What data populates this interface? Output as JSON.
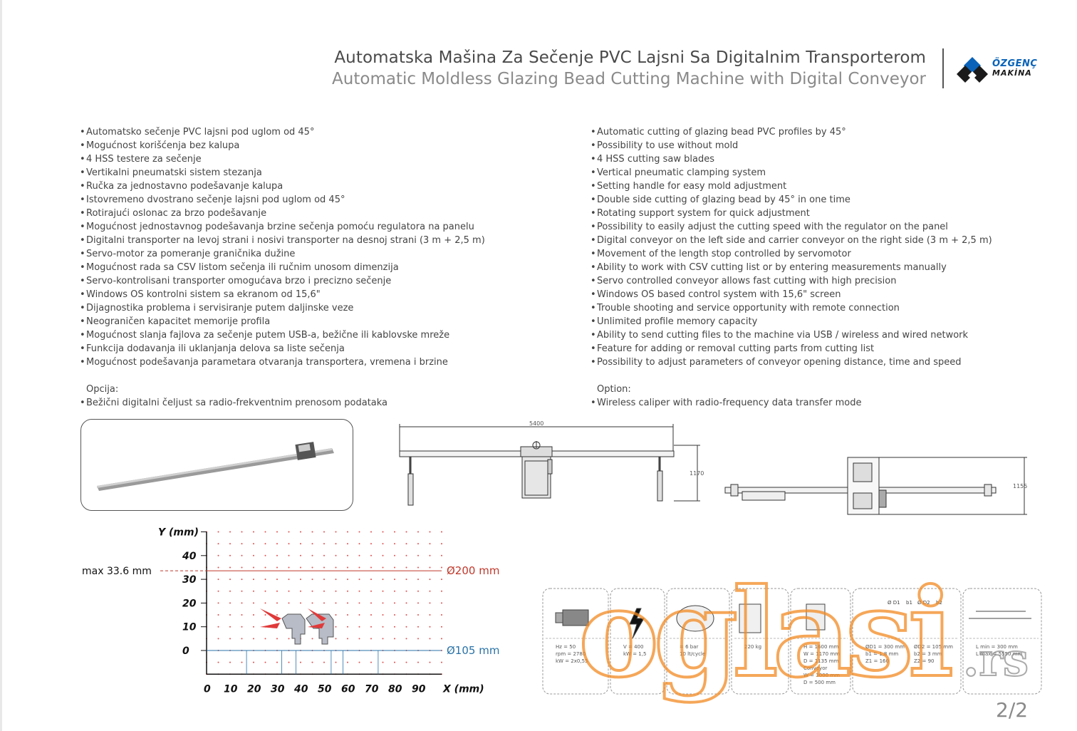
{
  "header": {
    "title_sr": "Automatska Mašina Za Sečenje PVC  Lajsni Sa Digitalnim Transporterom",
    "title_en": "Automatic Moldless Glazing Bead Cutting Machine with Digital Conveyor"
  },
  "logo": {
    "line1": "ÖZGENÇ",
    "line2": "MAKİNA",
    "colors": {
      "blue": "#0a63b8",
      "dark": "#1a1a1a"
    }
  },
  "features_sr": [
    "Automatsko sečenje PVC lajsni pod uglom od 45°",
    "Mogućnost korišćenja bez kalupa",
    "4 HSS testere za sečenje",
    "Vertikalni pneumatski sistem stezanja",
    "Ručka za jednostavno podešavanje kalupa",
    "Istovremeno dvostrano sečenje lajsni pod uglom od 45°",
    "Rotirajući oslonac za brzo podešavanje",
    "Mogućnost jednostavnog podešavanja brzine sečenja pomoću regulatora na panelu",
    "Digitalni transporter na levoj strani i nosivi transporter na desnoj strani (3 m + 2,5 m)",
    "Servo-motor za pomeranje graničnika dužine",
    "Mogućnost rada sa CSV listom sečenja ili ručnim unosom dimenzija",
    "Servo-kontrolisani transporter omogućava brzo i precizno sečenje",
    "Windows OS kontrolni sistem sa ekranom od 15,6\"",
    "Dijagnostika problema i servisiranje putem daljinske veze",
    "Neograničen kapacitet memorije profila",
    "Mogućnost slanja fajlova za sečenje putem USB-a, bežične ili kablovske mreže",
    "Funkcija dodavanja ili uklanjanja delova sa liste sečenja",
    "Mogućnost podešavanja parametara otvaranja transportera, vremena i brzine"
  ],
  "features_en": [
    "Automatic cutting of glazing bead PVC profiles by 45°",
    "Possibility to use without mold",
    "4 HSS cutting saw blades",
    "Vertical pneumatic clamping system",
    "Setting handle for easy mold adjustment",
    "Double side cutting of glazing bead by 45° in one time",
    "Rotating support system for quick adjustment",
    "Possibility to easily adjust the cutting speed with the regulator on the panel",
    "Digital conveyor on the left side and carrier conveyor on the right side (3 m + 2,5 m)",
    "Movement of the length stop controlled by servomotor",
    "Ability to work with CSV cutting list or by entering measurements manually",
    "Servo controlled conveyor allows fast cutting with high precision",
    "Windows OS based control system with 15,6\" screen",
    "Trouble shooting and service opportunity with remote connection",
    "Unlimited profile memory capacity",
    "Ability to send cutting files to the machine via USB / wireless and wired network",
    "Feature for adding or removal cutting parts from cutting list",
    "Possibility to adjust parameters of conveyor opening distance, time and speed"
  ],
  "option_sr": {
    "title": "Opcija:",
    "item": "Bežični digitalni čeljust sa radio-frekventnim prenosom podataka"
  },
  "option_en": {
    "title": "Option:",
    "item": "Wireless caliper with radio-frequency data transfer mode"
  },
  "drawings": {
    "front_length": "5400",
    "front_height": "1170",
    "top_height": "1155"
  },
  "chart_data": {
    "type": "scatter",
    "xlabel": "X (mm)",
    "ylabel": "Y (mm)",
    "x_ticks": [
      "0",
      "10",
      "20",
      "30",
      "40",
      "50",
      "60",
      "70",
      "80",
      "90"
    ],
    "y_ticks": [
      "0",
      "10",
      "20",
      "30",
      "40"
    ],
    "xlim": [
      0,
      100
    ],
    "ylim": [
      -10,
      50
    ],
    "annotations": [
      {
        "label": "max 33.6 mm",
        "y": 33.6
      }
    ],
    "series": [
      {
        "name": "Ø200 mm",
        "y": 33.6,
        "color": "#c0392b"
      },
      {
        "name": "Ø105 mm",
        "y": 0,
        "color": "#2a73a8"
      }
    ],
    "grid": true
  },
  "specs": [
    {
      "lines": [
        "Hz    = 50",
        "rpm  = 2780",
        "kW   = 2x0,55"
      ]
    },
    {
      "lines": [
        "V = 400",
        "kW = 1,5"
      ]
    },
    {
      "lines": [
        "= 6 bar",
        "10 lt/cycle"
      ]
    },
    {
      "lines": [
        "220 kg"
      ]
    },
    {
      "lines": [
        "H = 1600 mm",
        "W = 1170 mm",
        "D = 1135 mm",
        "Conveyor",
        "W = 3000 mm",
        "D = 500 mm"
      ]
    },
    {
      "lines": [
        "ØD1 = 300 mm",
        "b1 = 1,8 mm",
        "Z1 = 160",
        "ØD2 = 105 mm",
        "b2 = 3 mm",
        "Z2 = 90"
      ]
    },
    {
      "lines": [
        "L min = 300 mm",
        "L max = 5550 mm"
      ]
    }
  ],
  "spec_labels": {
    "d1": "Ø D1",
    "b1": "b1",
    "d2": "Ø D2",
    "b2": "b2"
  },
  "watermark": {
    "text": "oglasi",
    "suffix": ".rs",
    "color": "#f28a22"
  },
  "page_number": "2/2"
}
